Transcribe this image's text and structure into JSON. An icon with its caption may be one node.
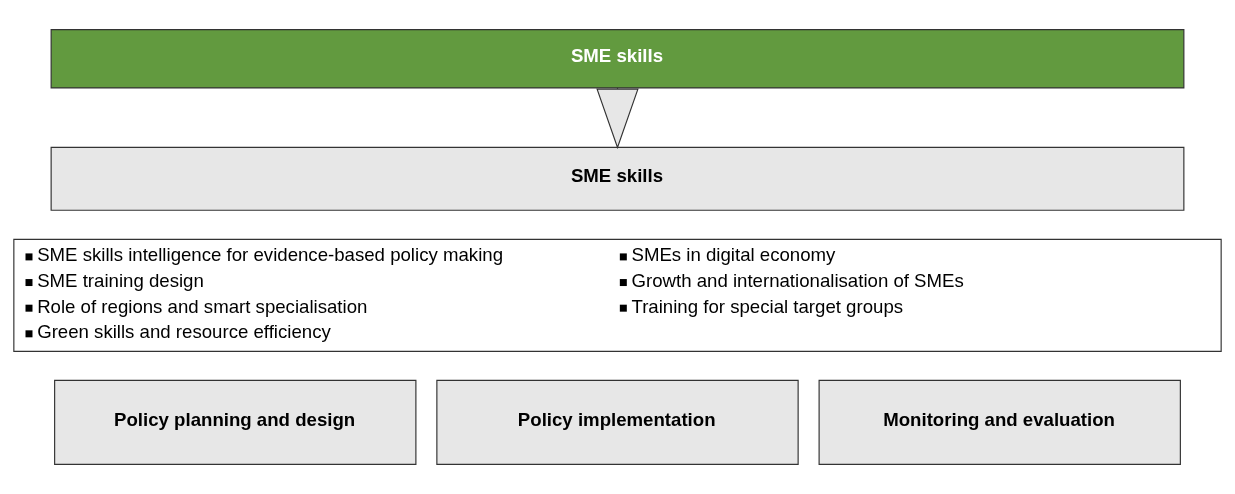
{
  "diagram": {
    "nodes": [
      {
        "text": [
          "SME skills"
        ]
      },
      {
        "text": [
          "SME skills"
        ]
      },
      {
        "text": [
          "SME skills intelligence for evidence-based policy making",
          "SME training design",
          "Role of regions and smart specialisation",
          "Green skills and resource efficiency",
          "SMEs in digital economy",
          "Growth and internationalisation of SMEs",
          "Training for special target groups"
        ]
      },
      {
        "text": [
          "Policy planning and design"
        ]
      },
      {
        "text": [
          "Policy implementation"
        ]
      },
      {
        "text": [
          "Monitoring and evaluation"
        ]
      }
    ],
    "edges": [
      {
        "from": 0,
        "to": 1,
        "arrow": "to"
      }
    ]
  }
}
